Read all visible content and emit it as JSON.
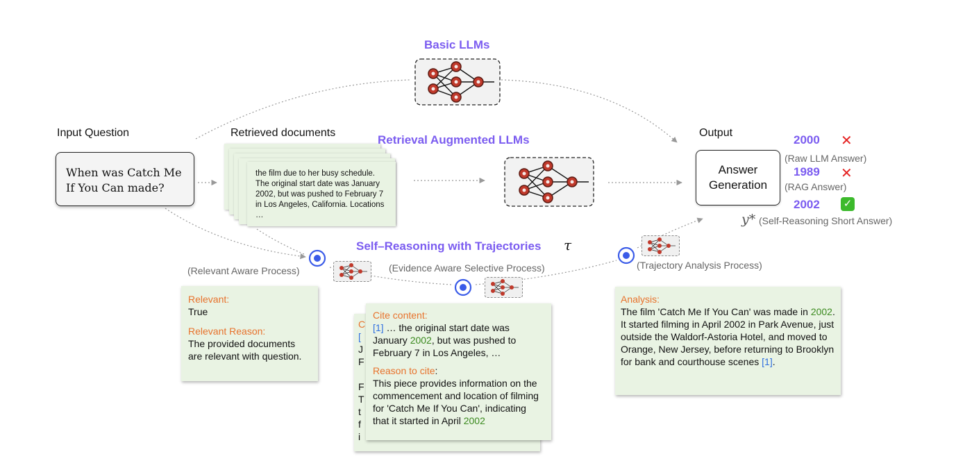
{
  "headings": {
    "basic_llms": "Basic LLMs",
    "rag_llms": "Retrieval Augmented  LLMs",
    "self_reasoning": "Self–Reasoning with Trajectories",
    "tau": "τ"
  },
  "input": {
    "label": "Input Question",
    "question_line1": "When was Catch Me",
    "question_line2": "If You Can made?"
  },
  "retrieved": {
    "label": "Retrieved documents",
    "text": "the film due to her busy schedule. The original start date was January 2002, but was pushed to February 7 in Los Angeles, California. Locations …"
  },
  "output": {
    "label": "Output",
    "box_line1": "Answer",
    "box_line2": "Generation",
    "answers": [
      {
        "value": "2000",
        "caption": "(Raw LLM Answer)",
        "status": "wrong"
      },
      {
        "value": "1989",
        "caption": "(RAG Answer)",
        "status": "wrong"
      },
      {
        "value": "2002",
        "caption": "(Self-Reasoning Short Answer)",
        "status": "correct"
      }
    ],
    "ystar": "y*"
  },
  "processes": {
    "relevant": "(Relevant Aware Process)",
    "evidence": "(Evidence Aware Selective Process)",
    "trajectory": "(Trajectory Analysis Process)"
  },
  "relevant_box": {
    "relevant_label": "Relevant:",
    "relevant_value": "True",
    "reason_label": "Relevant Reason:",
    "reason_text": "The provided documents are relevant with question."
  },
  "cite_box": {
    "cite_label": "Cite content:",
    "cite_ref": "[1]",
    "cite_text_a": " … the original start date was January ",
    "cite_year": "2002",
    "cite_text_b": ", but was pushed to February 7 in Los Angeles, …",
    "reason_label": "Reason to cite",
    "reason_colon": ":",
    "reason_text": "This piece provides information on the commencement and location of filming for 'Catch Me If You Can', indicating that it started in April ",
    "reason_year": "2002",
    "back_letters": [
      "C",
      "[",
      "J",
      "F",
      "",
      "F",
      "T",
      "t",
      "f",
      "i"
    ]
  },
  "analysis_box": {
    "label": "Analysis:",
    "text_a": "The film 'Catch Me If You Can' was made in ",
    "year": "2002",
    "text_b": ". It started filming in April 2002 in Park Avenue, just outside the Waldorf-Astoria Hotel, and moved to Orange, New Jersey, before returning to Brooklyn for bank and courthouse scenes ",
    "ref": "[1]",
    "end": "."
  },
  "colors": {
    "accent": "#7b5cf0",
    "label_orange": "#e8722c",
    "year_green": "#3b8a1f",
    "ref_blue": "#2f6fe0",
    "wrong": "#e52222",
    "correct": "#3cba2c",
    "node": "#c0392b",
    "box_green": "#e9f3e3"
  }
}
